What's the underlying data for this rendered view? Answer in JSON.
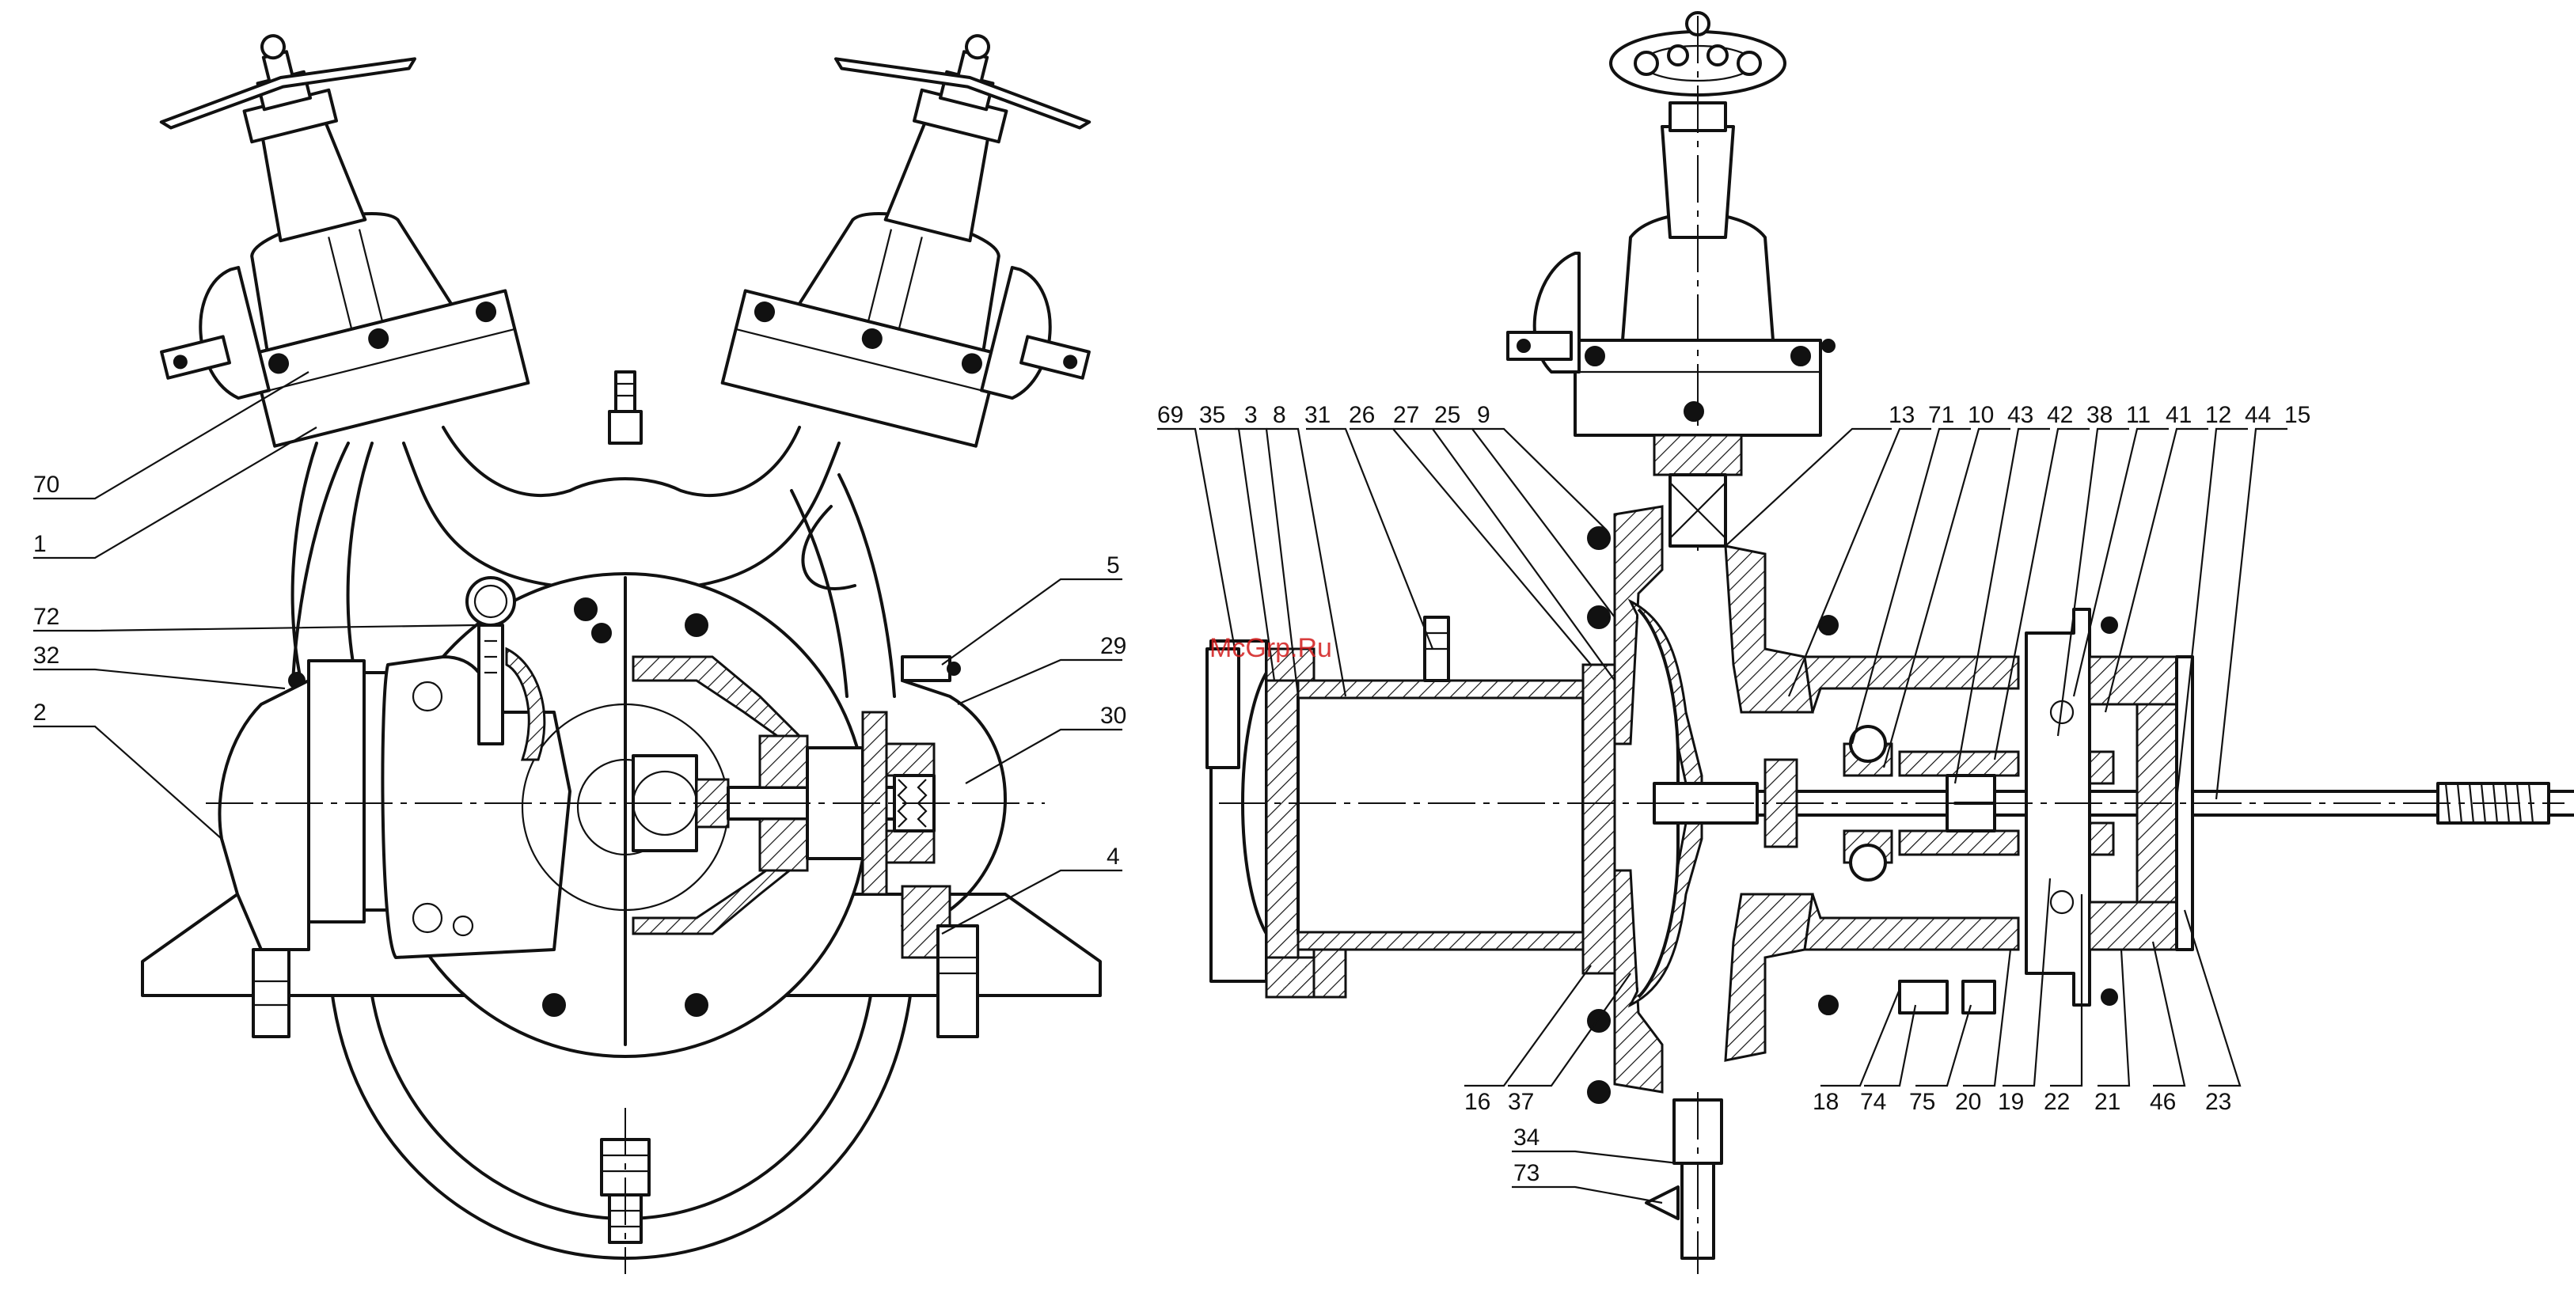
{
  "watermark": "McGrp.Ru",
  "left_view_labels": [
    "70",
    "1",
    "72",
    "32",
    "2",
    "5",
    "29",
    "30",
    "4"
  ],
  "right_view_top_labels": [
    "69",
    "35",
    "3",
    "8",
    "31",
    "26",
    "27",
    "25",
    "9",
    "13",
    "71",
    "10",
    "43",
    "42",
    "38",
    "11",
    "41",
    "12",
    "44",
    "15"
  ],
  "right_view_bottom_labels": [
    "16",
    "37",
    "18",
    "74",
    "75",
    "20",
    "19",
    "22",
    "21",
    "46",
    "23"
  ],
  "right_view_drain_labels": [
    "34",
    "73"
  ]
}
